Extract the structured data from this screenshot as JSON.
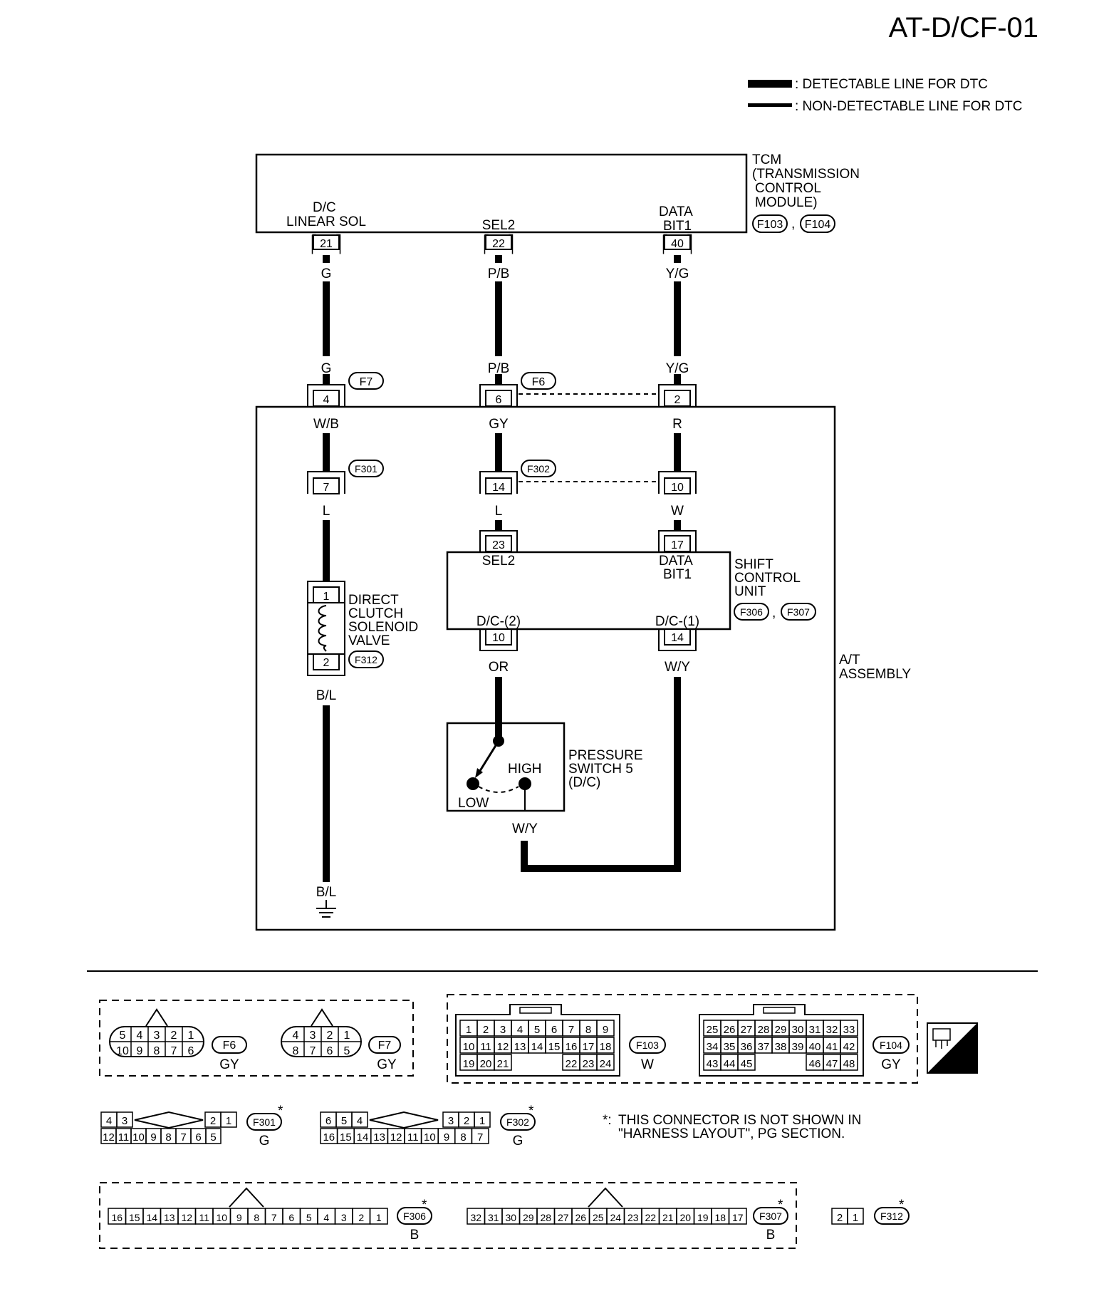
{
  "title": "AT-D/CF-01",
  "legend": {
    "detectable": ": DETECTABLE LINE FOR DTC",
    "non_detectable": ": NON-DETECTABLE LINE FOR DTC"
  },
  "tcm": {
    "label_lines": [
      "TCM",
      "(TRANSMISSION",
      " CONTROL",
      " MODULE)"
    ],
    "connectors": [
      "F103",
      "F104"
    ],
    "separator": ",",
    "pins": [
      {
        "name_lines": [
          "D/C",
          "LINEAR SOL"
        ],
        "pin": "21",
        "wire": "G"
      },
      {
        "name_lines": [
          "SEL2"
        ],
        "pin": "22",
        "wire": "P/B"
      },
      {
        "name_lines": [
          "DATA",
          "BIT1"
        ],
        "pin": "40",
        "wire": "Y/G"
      }
    ]
  },
  "joint_connectors": {
    "f7": {
      "id": "F7",
      "wire_above": "G",
      "pin": "4",
      "wire_below": "W/B"
    },
    "f6": {
      "id": "F6",
      "pins": [
        {
          "wire_above": "P/B",
          "pin": "6",
          "wire_below": "GY"
        },
        {
          "wire_above": "Y/G",
          "pin": "2",
          "wire_below": "R"
        }
      ]
    },
    "f301": {
      "id": "F301",
      "pin": "7",
      "wire_below": "L"
    },
    "f302": {
      "id": "F302",
      "pins": [
        {
          "pin": "14",
          "wire_below": "L"
        },
        {
          "pin": "10",
          "wire_below": "W"
        }
      ]
    }
  },
  "solenoid": {
    "label_lines": [
      "DIRECT",
      "CLUTCH",
      "SOLENOID",
      "VALVE"
    ],
    "connector": "F312",
    "pin_top": "1",
    "pin_bottom": "2",
    "wire_below": "B/L",
    "ground_wire": "B/L"
  },
  "shift_control_unit": {
    "label_lines": [
      "SHIFT",
      "CONTROL",
      "UNIT"
    ],
    "connectors": [
      "F306",
      "F307"
    ],
    "separator": ",",
    "top_pins": [
      {
        "pin": "23",
        "name_lines": [
          "SEL2"
        ]
      },
      {
        "pin": "17",
        "name_lines": [
          "DATA",
          "BIT1"
        ]
      }
    ],
    "bottom_pins": [
      {
        "name": "D/C-(2)",
        "pin": "10",
        "wire": "OR"
      },
      {
        "name": "D/C-(1)",
        "pin": "14",
        "wire": "W/Y"
      }
    ]
  },
  "pressure_switch": {
    "label_lines": [
      "PRESSURE",
      "SWITCH 5",
      "(D/C)"
    ],
    "high": "HIGH",
    "low": "LOW",
    "wire_below": "W/Y"
  },
  "at_assembly": [
    "A/T",
    "ASSEMBLY"
  ],
  "connector_views": {
    "f6": {
      "id": "F6",
      "color": "GY",
      "row1": [
        "5",
        "4",
        "3",
        "2",
        "1"
      ],
      "row2": [
        "10",
        "9",
        "8",
        "7",
        "6"
      ]
    },
    "f7": {
      "id": "F7",
      "color": "GY",
      "row1": [
        "4",
        "3",
        "2",
        "1"
      ],
      "row2": [
        "8",
        "7",
        "6",
        "5"
      ]
    },
    "f103": {
      "id": "F103",
      "color": "W",
      "row1": [
        "1",
        "2",
        "3",
        "4",
        "5",
        "6",
        "7",
        "8",
        "9"
      ],
      "row2": [
        "10",
        "11",
        "12",
        "13",
        "14",
        "15",
        "16",
        "17",
        "18"
      ],
      "row3a": [
        "19",
        "20",
        "21"
      ],
      "row3b": [
        "22",
        "23",
        "24"
      ]
    },
    "f104": {
      "id": "F104",
      "color": "GY",
      "row1": [
        "25",
        "26",
        "27",
        "28",
        "29",
        "30",
        "31",
        "32",
        "33"
      ],
      "row2": [
        "34",
        "35",
        "36",
        "37",
        "38",
        "39",
        "40",
        "41",
        "42"
      ],
      "row3a": [
        "43",
        "44",
        "45"
      ],
      "row3b": [
        "46",
        "47",
        "48"
      ]
    },
    "f301": {
      "id": "F301",
      "color": "G",
      "row1a": [
        "4",
        "3"
      ],
      "row1b": [
        "2",
        "1"
      ],
      "row2": [
        "12",
        "11",
        "10",
        "9",
        "8",
        "7",
        "6",
        "5"
      ]
    },
    "f302": {
      "id": "F302",
      "color": "G",
      "row1a": [
        "6",
        "5",
        "4"
      ],
      "row1b": [
        "3",
        "2",
        "1"
      ],
      "row2": [
        "16",
        "15",
        "14",
        "13",
        "12",
        "11",
        "10",
        "9",
        "8",
        "7"
      ]
    },
    "f306": {
      "id": "F306",
      "color": "B",
      "row": [
        "16",
        "15",
        "14",
        "13",
        "12",
        "11",
        "10",
        "9",
        "8",
        "7",
        "6",
        "5",
        "4",
        "3",
        "2",
        "1"
      ]
    },
    "f307": {
      "id": "F307",
      "color": "B",
      "row": [
        "32",
        "31",
        "30",
        "29",
        "28",
        "27",
        "26",
        "25",
        "24",
        "23",
        "22",
        "21",
        "20",
        "19",
        "18",
        "17"
      ]
    },
    "f312": {
      "id": "F312",
      "row": [
        "2",
        "1"
      ]
    }
  },
  "asterisk": "*",
  "note": {
    "marker": "*:",
    "lines": [
      "THIS CONNECTOR IS NOT SHOWN IN",
      "\"HARNESS LAYOUT\", PG SECTION."
    ]
  },
  "hs_badge": "H.S."
}
